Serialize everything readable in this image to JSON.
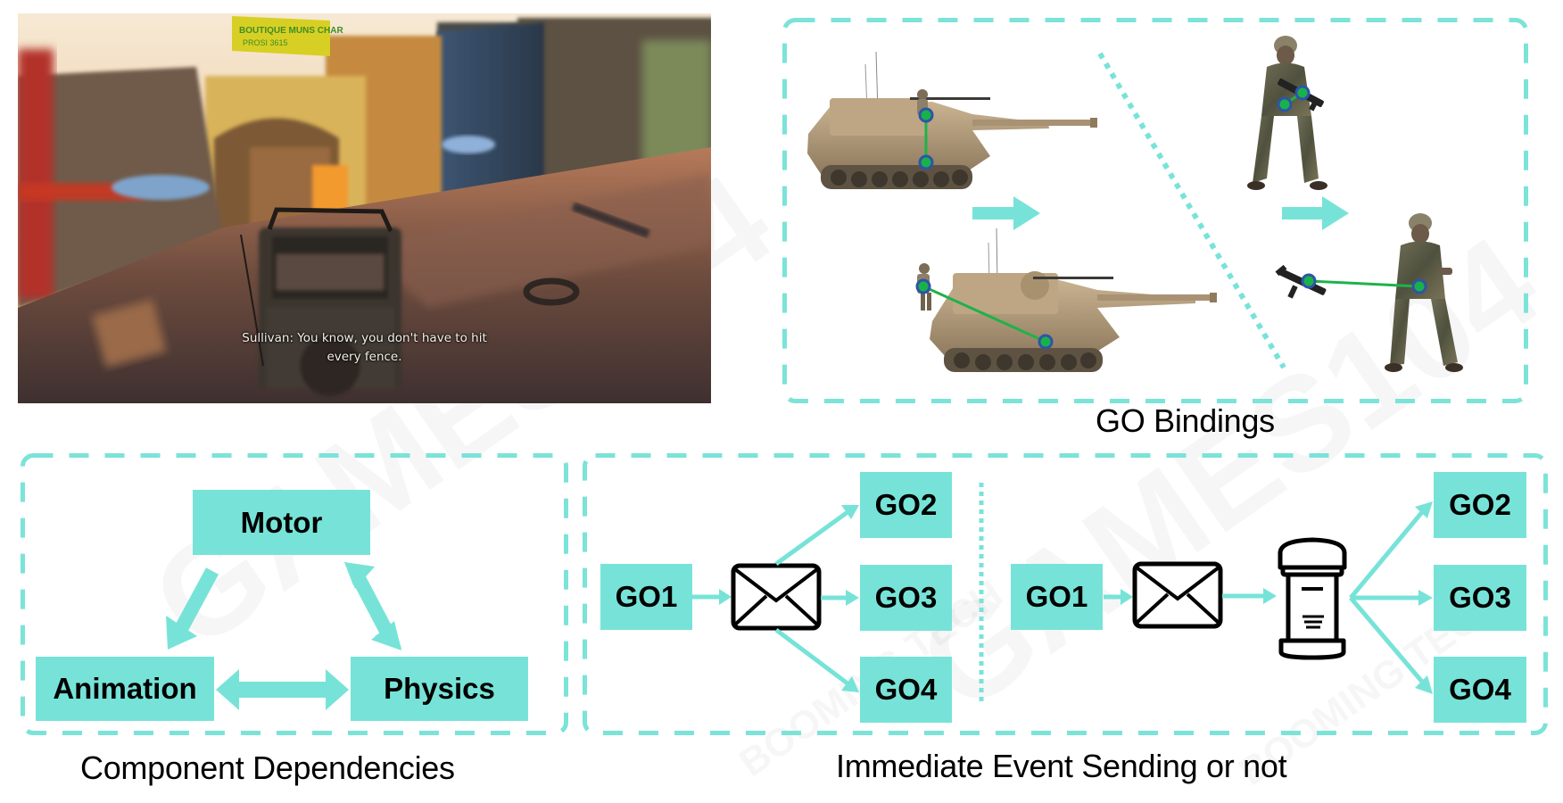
{
  "colors": {
    "accent": "#77E3D8",
    "dash": "#7BE3D8",
    "binding_line": "#1FB24A",
    "binding_dot_fill": "#18B24B",
    "binding_dot_ring": "#2F54A6",
    "text": "#000000",
    "icon_stroke": "#000000"
  },
  "watermarks": [
    "GAMES104",
    "BOOMING TECH"
  ],
  "game_screenshot": {
    "subtitle_line1": "Sullivan: You know, you don't have to hit",
    "subtitle_line2": "every fence.",
    "billboard_text": "BOUTIQUE MUNS CHAR",
    "billboard_subtext": "PROSI 3615"
  },
  "go_bindings": {
    "caption": "GO Bindings",
    "icons": [
      "tank-icon",
      "soldier-icon",
      "rifle-icon",
      "arrow-right-icon"
    ]
  },
  "component_dependencies": {
    "caption": "Component Dependencies",
    "nodes": {
      "motor": "Motor",
      "animation": "Animation",
      "physics": "Physics"
    },
    "edges": [
      {
        "from": "Motor",
        "to": "Animation",
        "direction": "one-way"
      },
      {
        "from": "Motor",
        "to": "Physics",
        "direction": "two-way"
      },
      {
        "from": "Animation",
        "to": "Physics",
        "direction": "two-way"
      }
    ]
  },
  "event_sending": {
    "caption": "Immediate Event Sending or not",
    "immediate": {
      "sender": "GO1",
      "receivers": [
        "GO2",
        "GO3",
        "GO4"
      ],
      "via": "envelope-icon"
    },
    "deferred": {
      "sender": "GO1",
      "receivers": [
        "GO2",
        "GO3",
        "GO4"
      ],
      "via": [
        "envelope-icon",
        "mailbox-icon"
      ]
    }
  }
}
